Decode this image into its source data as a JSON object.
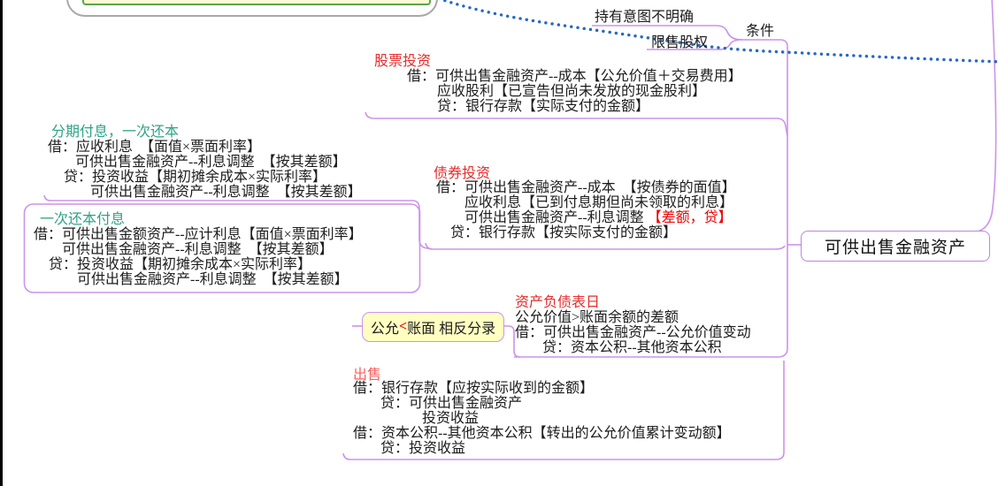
{
  "main_node": {
    "label": "可供出售金融资产"
  },
  "top_branch": {
    "condition": "条件",
    "hold_intent": "持有意图不明确",
    "restricted_shares": "限售股权"
  },
  "blocks": {
    "stock": {
      "title": "股票投资",
      "lines": [
        "借：可供出售金融资产--成本【公允价值＋交易费用】",
        "应收股利【已宣告但尚未发放的现金股利】",
        "贷：银行存款【实际支付的金额】"
      ]
    },
    "periodic": {
      "title": "分期付息，一次还本",
      "lines": [
        "借：应收利息　【面值×票面利率】",
        "可供出售金融资产--利息调整　【按其差额】",
        "贷：投资收益【期初摊余成本×实际利率】",
        "可供出售金融资产--利息调整　【按其差额】"
      ]
    },
    "lumpsum": {
      "title": "一次还本付息",
      "lines": [
        "借：可供出售金额资产--应计利息【面值×票面利率】",
        "可供出售金融资产--利息调整　【按其差额】",
        "贷：投资收益【期初摊余成本×实际利率】",
        "可供出售金融资产--利息调整　【按其差额】"
      ]
    },
    "bond": {
      "title": "债券投资",
      "lines": [
        "借：可供出售金融资产--成本　【按债券的面值】",
        "应收利息【已到付息期但尚未领取的利息】",
        "可供出售金融资产--利息调整 ",
        "贷：银行存款【按实际支付的金额】"
      ],
      "line2_red": "【差额，贷】"
    },
    "balance_sheet": {
      "title": "资产负债表日",
      "lines": [
        "公允价值>账面余额的差额",
        "借：可供出售金融资产--公允价值变动",
        "贷：资本公积--其他资本公积"
      ]
    },
    "sale": {
      "title": "出售",
      "lines": [
        "借：银行存款【应按实际收到的金额】",
        "贷：可供出售金融资产",
        "投资收益",
        "借：资本公积--其他资本公积【转出的公允价值累计变动额】",
        "贷：投资收益"
      ]
    },
    "callout": {
      "fair": "公允",
      "lt": "<",
      "book": "账面 相反分录"
    }
  },
  "colors": {
    "branch_line": "#cc93ea",
    "relationship_line": "#2468c8",
    "node_border": "#bb84e0",
    "callout_fill": "#ffffc2",
    "red_title": "#e62c2c",
    "sale_title": "#ff5c5c",
    "teal_title": "#2fa287",
    "highlight_red": "#ee0000",
    "top_box_border": "#a8a8a8",
    "inner_box_border": "#5ba24b",
    "inner_box_fill": "#fbfbd2"
  }
}
